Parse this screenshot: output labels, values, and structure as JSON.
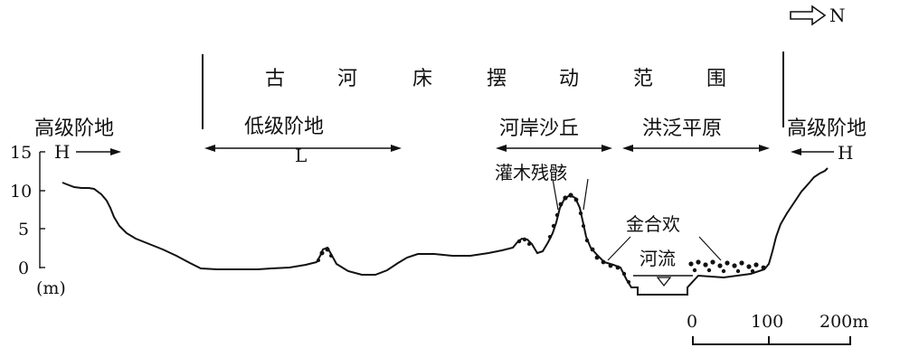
{
  "north": {
    "label": "N"
  },
  "range_title": [
    "古",
    "河",
    "床",
    "摆",
    "动",
    "范",
    "围"
  ],
  "zones": {
    "left_high_terrace": "高级阶地",
    "low_terrace": "低级阶地",
    "dune": "河岸沙丘",
    "floodplain": "洪泛平原",
    "right_high_terrace": "高级阶地"
  },
  "markers": {
    "left_high": "H",
    "low": "L",
    "right_high": "H"
  },
  "annotations": {
    "shrub_remains": "灌木残骸",
    "albizia": "金合欢",
    "river": "河流"
  },
  "y_axis": {
    "ticks": [
      "15",
      "10",
      "5",
      "0"
    ],
    "unit": "(m)"
  },
  "scale_bar": {
    "labels": [
      "0",
      "100",
      "200m"
    ]
  }
}
